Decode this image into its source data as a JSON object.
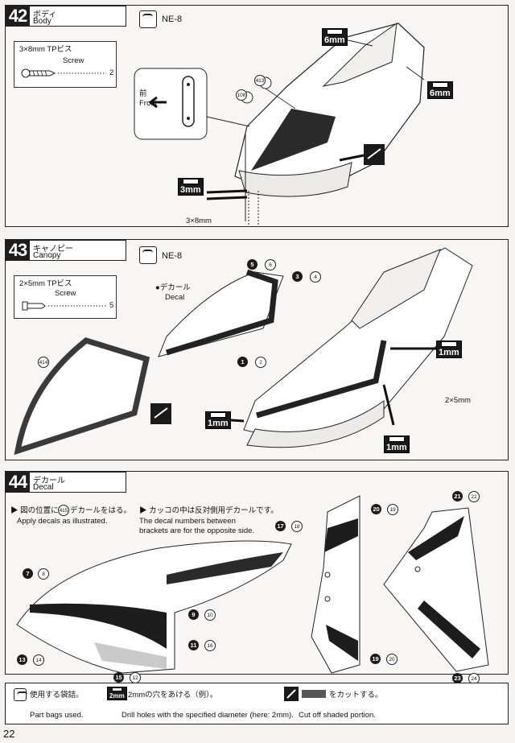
{
  "steps": [
    {
      "number": "42",
      "title_jp": "ボディ",
      "title_en": "Body",
      "bag": "NE-8",
      "screw": {
        "size": "3×8mm TPビス",
        "label": "Screw",
        "qty": "2"
      },
      "front_jp": "前",
      "front_en": "Front",
      "parts": [
        "413",
        "108"
      ],
      "drill_labels": [
        "6mm",
        "6mm",
        "3mm"
      ],
      "screw_callout": "3×8mm"
    },
    {
      "number": "43",
      "title_jp": "キャノピー",
      "title_en": "Canopy",
      "bag": "NE-8",
      "screw": {
        "size": "2×5mm TPビス",
        "label": "Screw",
        "qty": "5"
      },
      "decal_jp": "●デカール",
      "decal_en": "Decal",
      "part": "414",
      "decal_numbers": [
        "5",
        "6",
        "3",
        "4",
        "1",
        "2"
      ],
      "drill_labels": [
        "1mm",
        "1mm",
        "1mm"
      ],
      "screw_callout": "2×5mm"
    },
    {
      "number": "44",
      "title_jp": "デカール",
      "title_en": "Decal",
      "note1_jp": "▶ 図の位置に",
      "note1_part": "415",
      "note1_jp_tail": "デカールをはる。",
      "note1_en": "Apply decals as illustrated.",
      "note2_jp": "▶ カッコの中は反対側用デカールです。",
      "note2_en_1": "The decal numbers between",
      "note2_en_2": "brackets are for the opposite side.",
      "decals": {
        "d7": "7",
        "d8": "8",
        "d17": "17",
        "d18": "18",
        "d9": "9",
        "d10": "10",
        "d11": "11",
        "d16": "16",
        "d13": "13",
        "d14": "14",
        "d15": "15",
        "d12": "12",
        "d20": "20",
        "d19": "19",
        "d19b": "19",
        "d20b": "20",
        "d21": "21",
        "d22": "22",
        "d23": "23",
        "d24": "24"
      }
    }
  ],
  "footer": {
    "bag_jp": "使用する袋詰。",
    "bag_en": "Part bags used.",
    "drill_badge": "2mm",
    "drill_jp": "2mmの穴をあける（例）。",
    "drill_en": "Drill holes with the specified diameter (here: 2mm).",
    "cut_jp": "をカットする。",
    "cut_en": "Cut off shaded portion."
  },
  "page_number": "22"
}
